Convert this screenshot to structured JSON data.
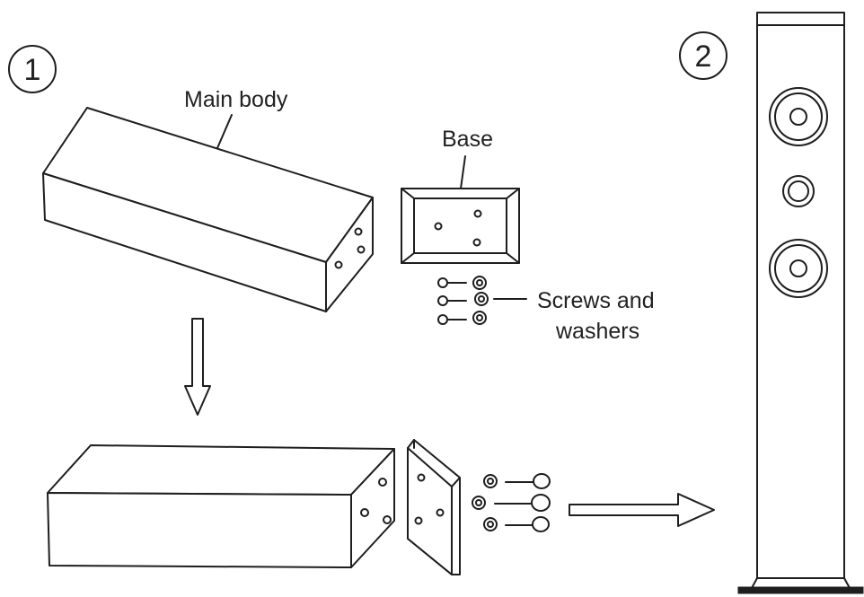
{
  "steps": {
    "step1": "1",
    "step2": "2"
  },
  "labels": {
    "main_body": "Main body",
    "base": "Base",
    "screws_line1": "Screws and",
    "screws_line2": "washers"
  }
}
